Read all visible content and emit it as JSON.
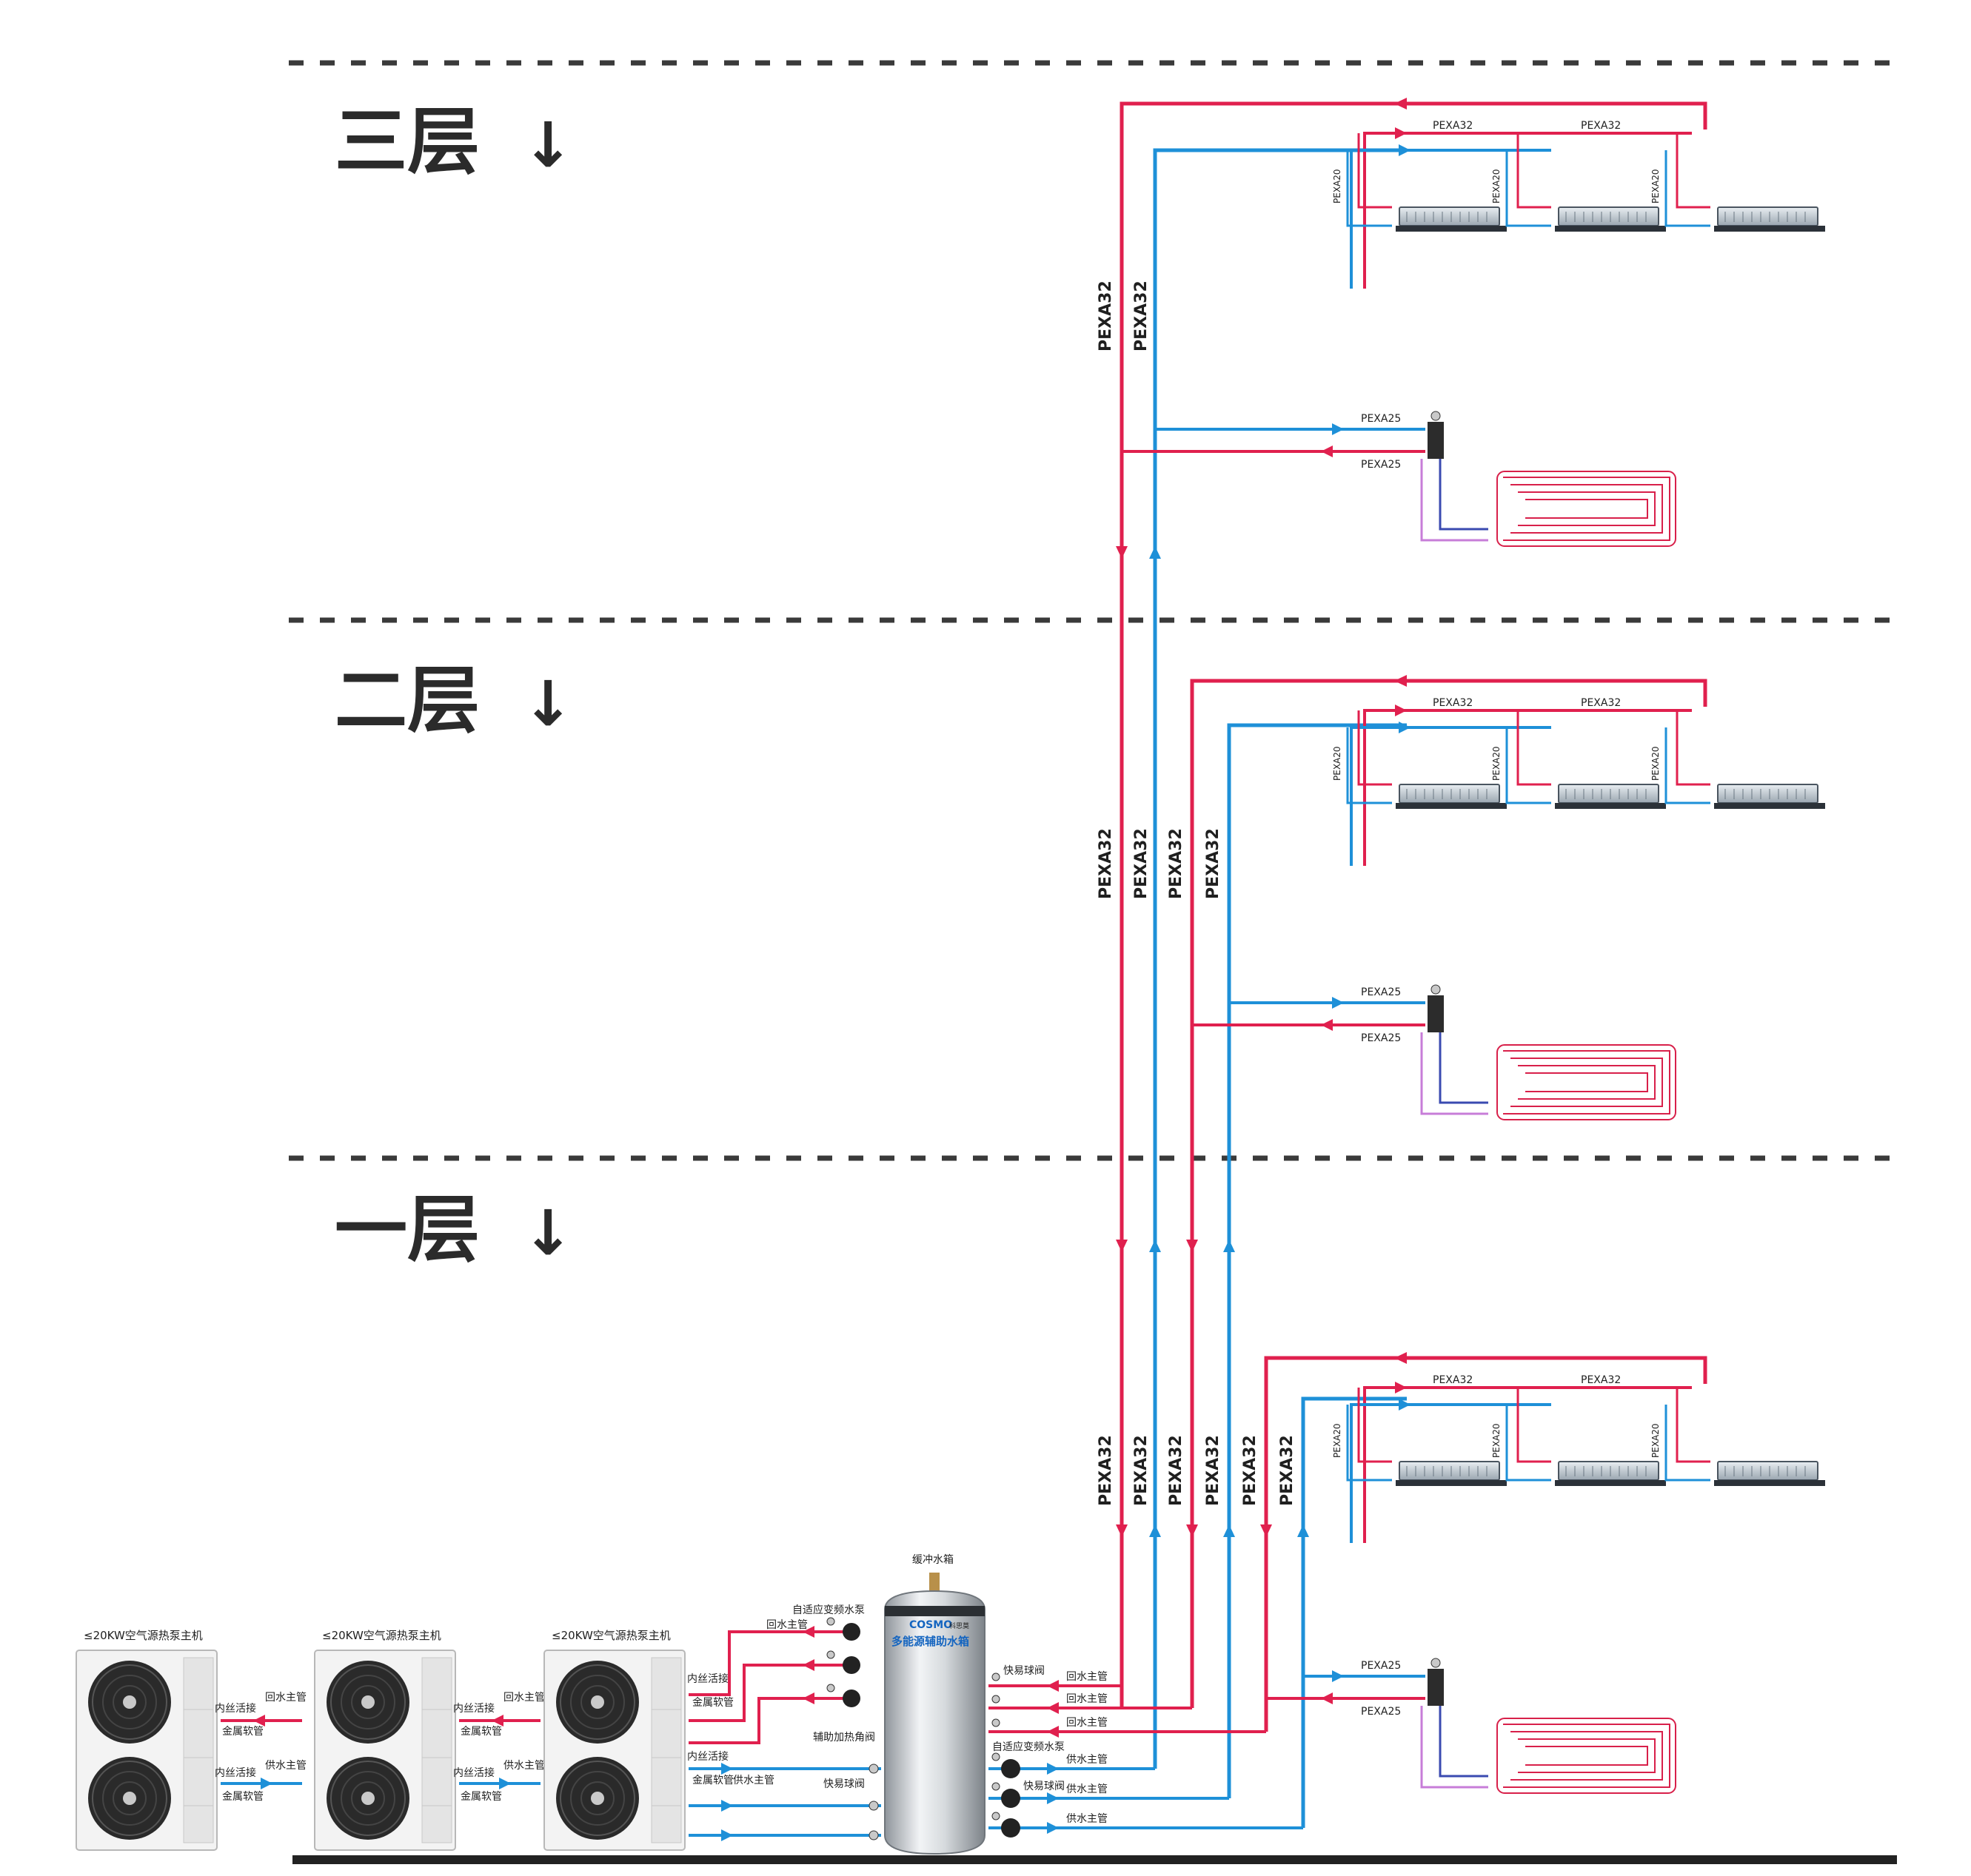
{
  "floors": {
    "floor3": "三层",
    "floor2": "二层",
    "floor1": "一层",
    "arrow": "↓"
  },
  "pipes": {
    "pexa32": "PEXA32",
    "pexa20": "PEXA20",
    "pexa25": "PEXA25"
  },
  "units": {
    "heatpump_title": "≤20KW空气源热泵主机",
    "return_main": "回水主管",
    "supply_main": "供水主管",
    "inner_union": "内丝活接",
    "metal_hose": "金属软管"
  },
  "tank": {
    "title": "缓冲水箱",
    "brand": "COSMO",
    "brand_sub": "科思莫",
    "face": "多能源辅助水箱",
    "pump": "自适应变频水泵",
    "quick_valve": "快易球阀",
    "aux_valve": "辅助加热角阀",
    "return_main": "回水主管",
    "supply_main": "供水主管"
  },
  "colors": {
    "hot": "#e0204e",
    "cold": "#1e90d8",
    "floor_coil": "#d8204a",
    "dash": "#3a3a3a"
  }
}
